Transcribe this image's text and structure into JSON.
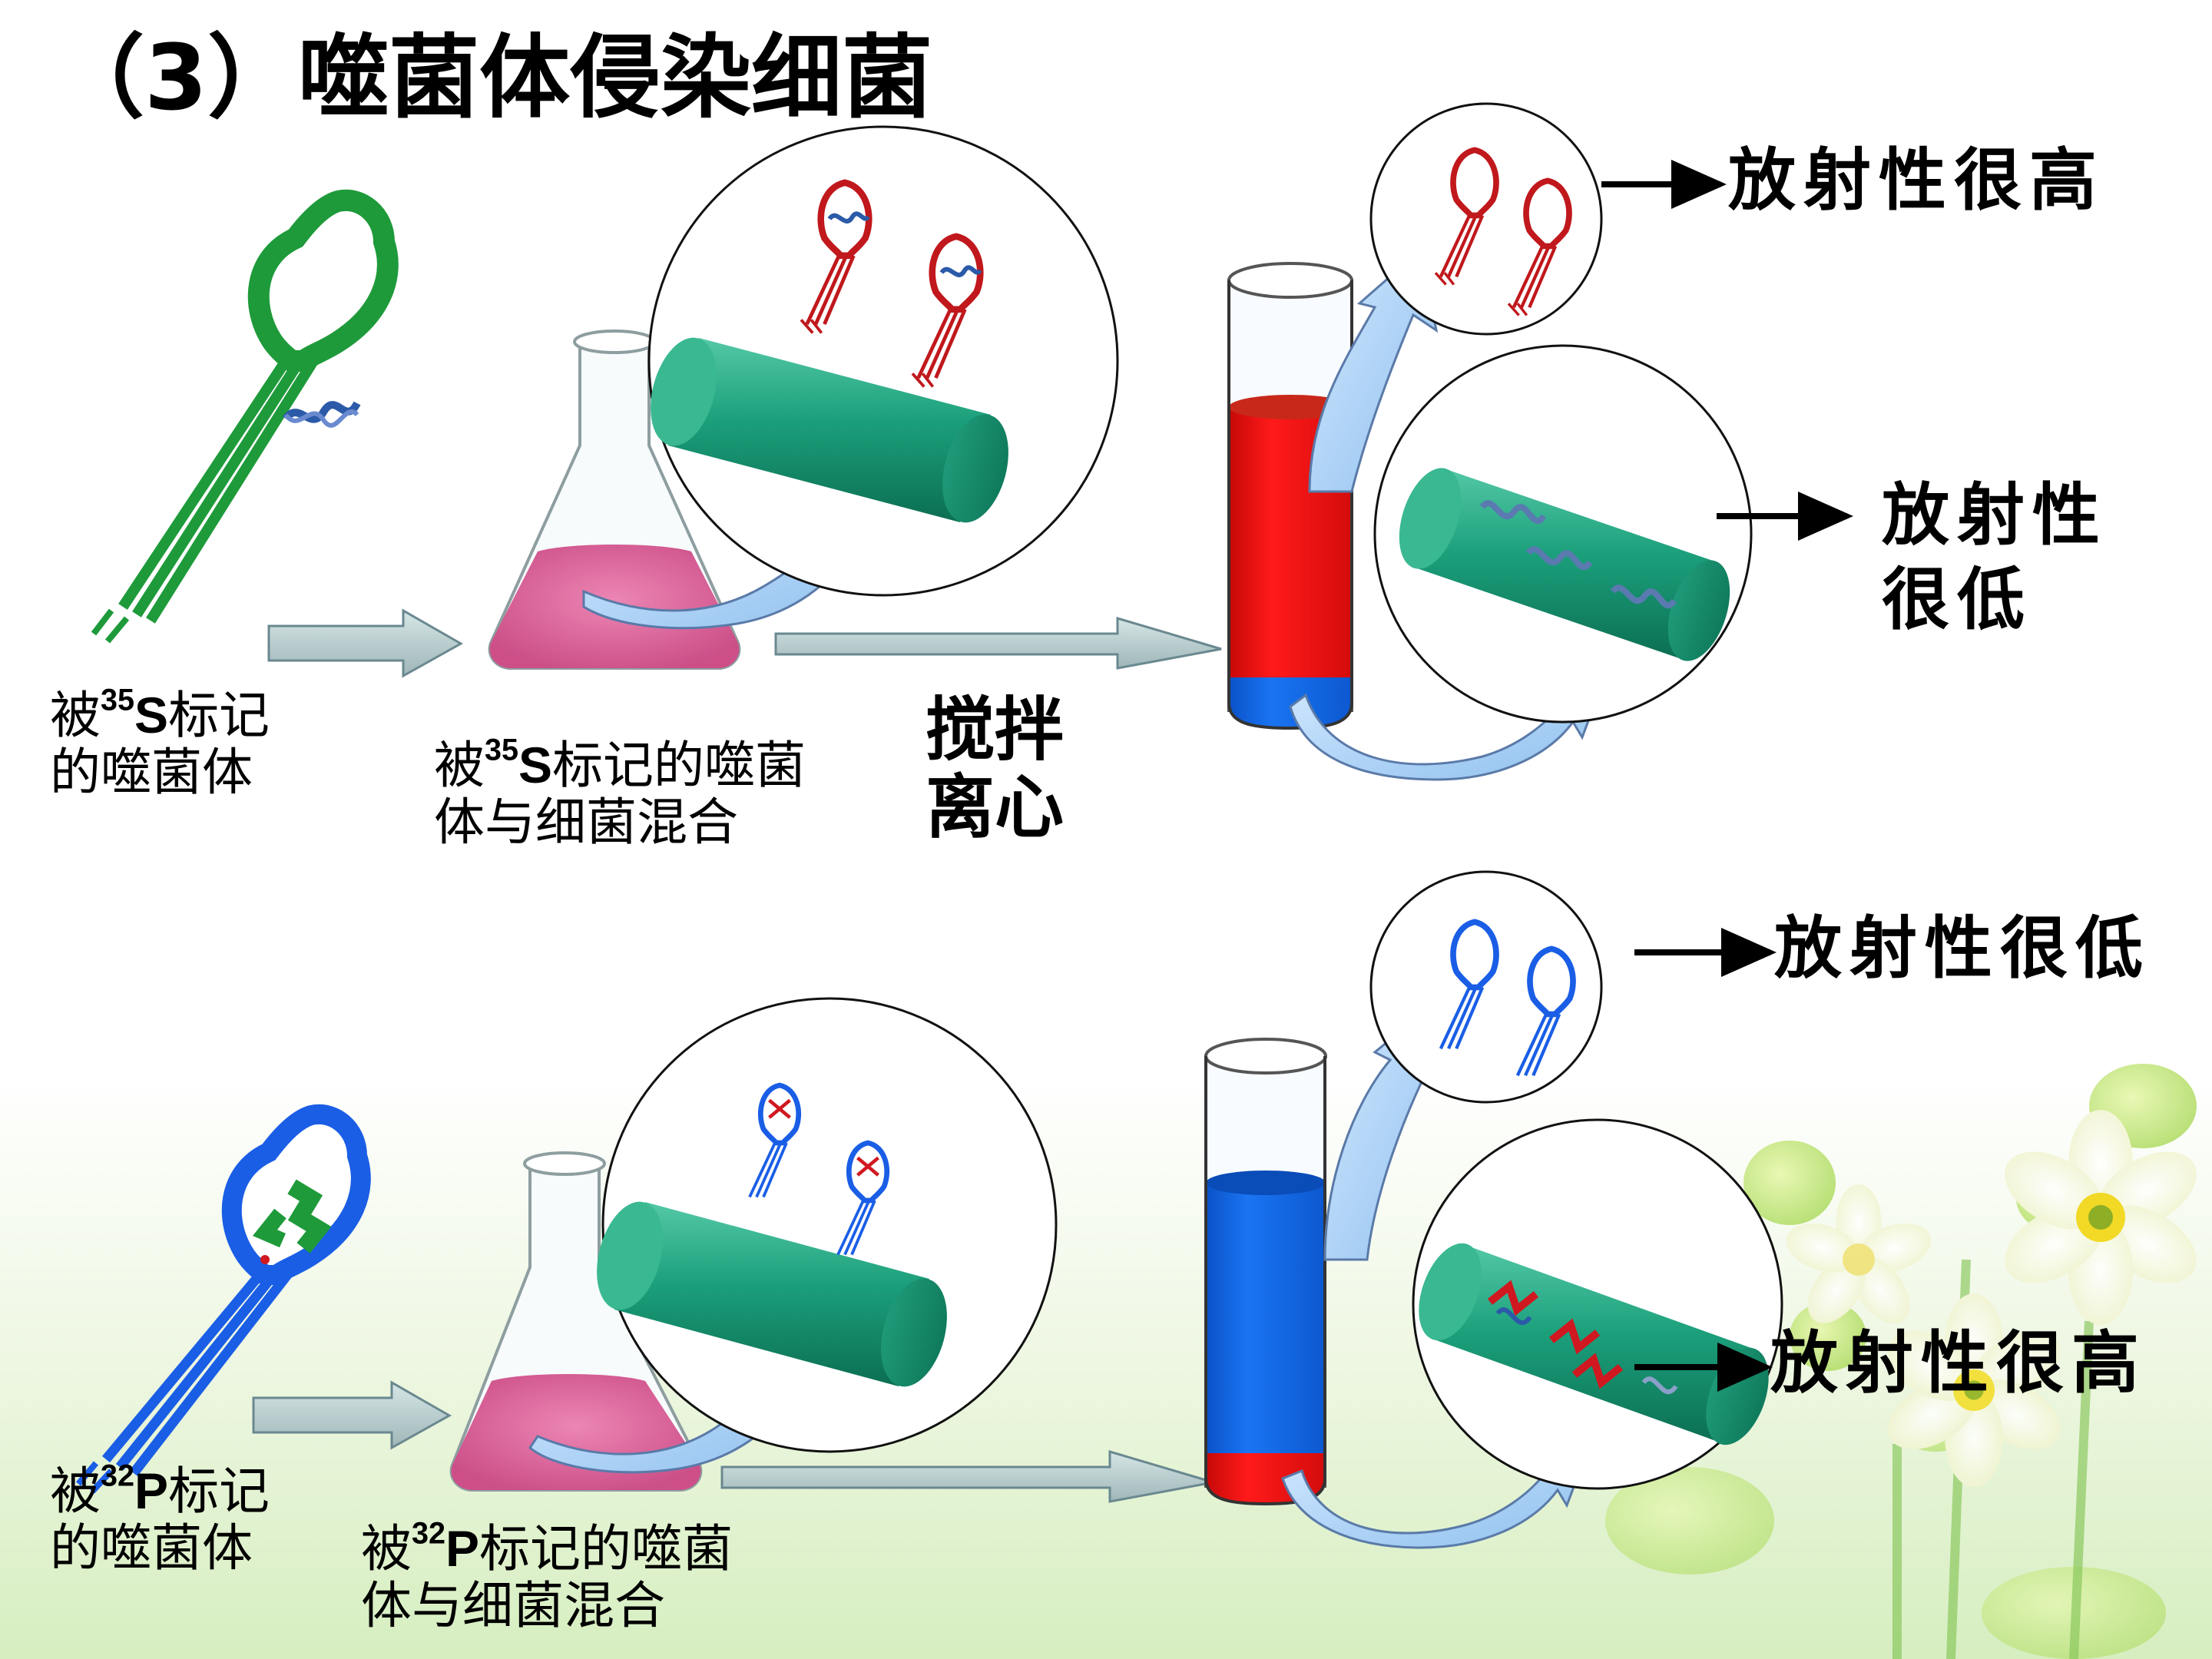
{
  "title": "（3）噬菌体侵染细菌",
  "top_row": {
    "phage_label": {
      "prefix": "被",
      "isotope_mass": "35",
      "isotope_symbol": "S",
      "suffix": "标记",
      "line2": "的噬菌体"
    },
    "mix_label": {
      "prefix": "被",
      "isotope_mass": "35",
      "isotope_symbol": "S",
      "suffix": "标记的噬菌",
      "line2": "体与细菌混合"
    },
    "stir_label": {
      "line1": "搅拌",
      "line2": "离心"
    },
    "supernatant_result": "放射性很高",
    "pellet_result_line1": "放射性",
    "pellet_result_line2": "很低"
  },
  "bottom_row": {
    "phage_label": {
      "prefix": "被",
      "isotope_mass": "32",
      "isotope_symbol": "P",
      "suffix": "标记",
      "line2": "的噬菌体"
    },
    "mix_label": {
      "prefix": "被",
      "isotope_mass": "32",
      "isotope_symbol": "P",
      "suffix": "标记的噬菌",
      "line2": "体与细菌混合"
    },
    "supernatant_result": "放射性很低",
    "pellet_result": "放射性很高"
  },
  "colors": {
    "phage_s35": "#1e9a3a",
    "phage_p32": "#1a5ee6",
    "labeled_protein_coat": "#c0181c",
    "bacterium": "#17a07a",
    "culture_medium": "#d9649a",
    "supernatant_top": "#f01010",
    "supernatant_bottom": "#1266e8"
  }
}
